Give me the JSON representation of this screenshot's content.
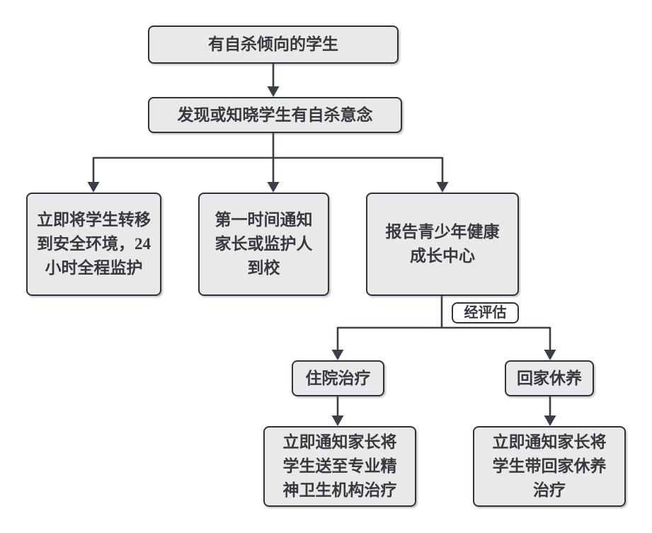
{
  "diagram": {
    "type": "flowchart",
    "colors": {
      "node_fill": "#e9e9e9",
      "node_border": "#2d333d",
      "connector": "#394049",
      "text": "#36393f",
      "edge_label_fill": "#ffffff",
      "background": "#ffffff"
    },
    "nodes": {
      "start": {
        "label": "有自杀倾向的学生"
      },
      "discover": {
        "label": "发现或知晓学生有自杀意念"
      },
      "isolate": {
        "lines": [
          "立即将学生转移",
          "到安全环境，24",
          "小时全程监护"
        ]
      },
      "notify_parents": {
        "lines": [
          "第一时间通知",
          "家长或监护人",
          "到校"
        ]
      },
      "report_center": {
        "lines": [
          "报告青少年健康",
          "成长中心"
        ]
      },
      "hospitalize": {
        "label": "住院治疗"
      },
      "home_rest": {
        "label": "回家休养"
      },
      "send_psychiatric": {
        "lines": [
          "立即通知家长将",
          "学生送至专业精",
          "神卫生机构治疗"
        ]
      },
      "take_home": {
        "lines": [
          "立即通知家长将",
          "学生带回家休养",
          "治疗"
        ]
      }
    },
    "edge_labels": {
      "assessment": "经评估"
    }
  }
}
